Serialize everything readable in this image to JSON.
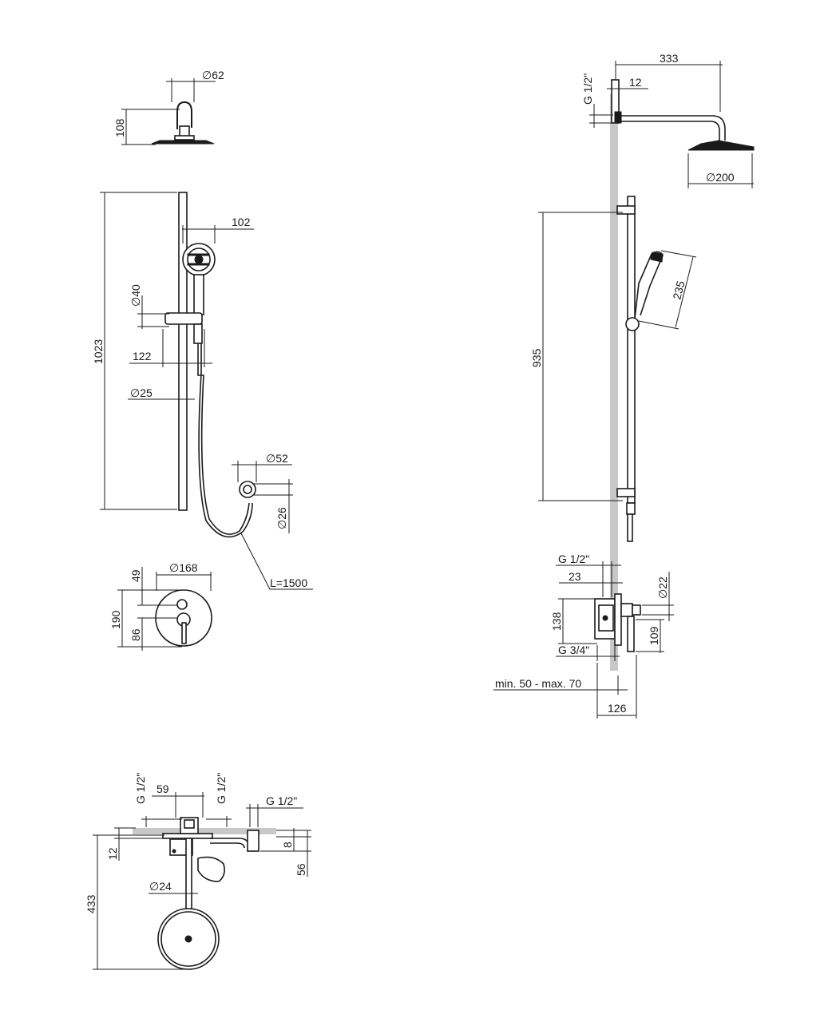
{
  "dimensions": {
    "head_front": {
      "diameter_arm": "∅62",
      "height": "108"
    },
    "rail_front": {
      "length": "1023",
      "handshower_width": "102",
      "handshower_diameter": "∅40",
      "slider_offset": "122",
      "rail_diameter": "∅25",
      "outlet_diameter": "∅52",
      "outlet_depth": "∅26",
      "hose_length": "L=1500"
    },
    "mixer_front": {
      "plate_diameter": "∅168",
      "top_offset": "49",
      "height": "190",
      "bottom_offset": "86"
    },
    "top_view": {
      "inlet_left": "G 1/2\"",
      "spacing": "59",
      "inlet_right": "G 1/2\"",
      "outlet_thread": "G 1/2\"",
      "wall_gap": "12",
      "total_depth": "433",
      "plate_thickness": "8",
      "elbow_depth": "56",
      "head_diameter": "∅24"
    },
    "side_view": {
      "arm_length": "333",
      "arm_thread": "G 1/2\"",
      "flange_offset": "12",
      "head_diameter": "∅200",
      "rail_height": "935",
      "handshower_length": "235",
      "valve_inlet": "G 1/2\"",
      "valve_offset": "23",
      "valve_height": "138",
      "valve_outlet_diameter": "∅22",
      "valve_outlet_height": "109",
      "valve_supply": "G 3/4\"",
      "install_depth": "min. 50 - max. 70",
      "total_projection": "126"
    }
  }
}
